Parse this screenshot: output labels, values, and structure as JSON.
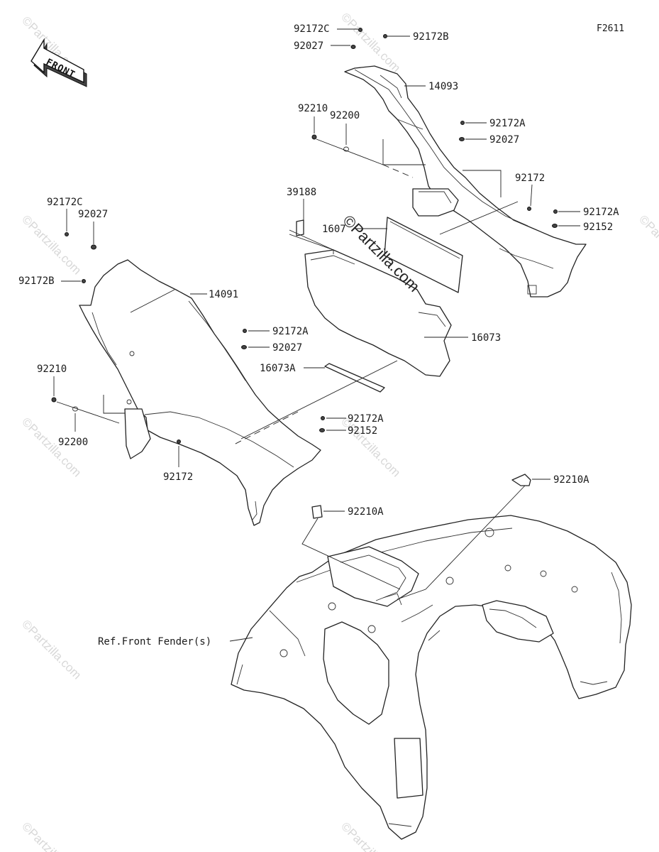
{
  "diagram": {
    "figure_code": "F2611",
    "front_arrow_text": "FRONT",
    "watermark_text": "©Partzilla.com",
    "callouts": [
      {
        "id": "c1",
        "text": "92172C"
      },
      {
        "id": "c2",
        "text": "92172B"
      },
      {
        "id": "c3",
        "text": "92027"
      },
      {
        "id": "c4",
        "text": "14093"
      },
      {
        "id": "c5",
        "text": "92210"
      },
      {
        "id": "c6",
        "text": "92200"
      },
      {
        "id": "c7",
        "text": "92172A"
      },
      {
        "id": "c8",
        "text": "92027"
      },
      {
        "id": "c9",
        "text": "92172"
      },
      {
        "id": "c10",
        "text": "92172A"
      },
      {
        "id": "c11",
        "text": "92152"
      },
      {
        "id": "c12",
        "text": "39188"
      },
      {
        "id": "c13",
        "text": "1607"
      },
      {
        "id": "c14",
        "text": "92172C"
      },
      {
        "id": "c15",
        "text": "92027"
      },
      {
        "id": "c16",
        "text": "92172B"
      },
      {
        "id": "c17",
        "text": "14091"
      },
      {
        "id": "c18",
        "text": "92172A"
      },
      {
        "id": "c19",
        "text": "92027"
      },
      {
        "id": "c20",
        "text": "16073"
      },
      {
        "id": "c21",
        "text": "16073A"
      },
      {
        "id": "c22",
        "text": "92210"
      },
      {
        "id": "c23",
        "text": "92200"
      },
      {
        "id": "c24",
        "text": "92172A"
      },
      {
        "id": "c25",
        "text": "92152"
      },
      {
        "id": "c26",
        "text": "92172"
      },
      {
        "id": "c27",
        "text": "92210A"
      },
      {
        "id": "c28",
        "text": "92210A"
      },
      {
        "id": "c29",
        "text": "Ref.Front Fender(s)"
      }
    ]
  }
}
